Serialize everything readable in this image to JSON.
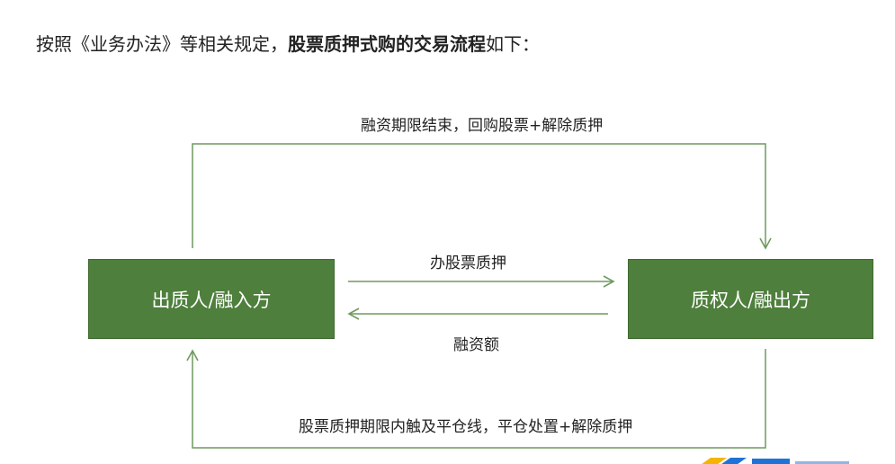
{
  "intro": {
    "prefix": "按照《业务办法》等相关规定，",
    "bold": "股票质押式购的交易流程",
    "suffix": "如下："
  },
  "diagram": {
    "left_box": "出质人/融入方",
    "right_box": "质权人/融出方",
    "top_label": "融资期限结束，回购股票+解除质押",
    "middle_top_label": "办股票质押",
    "middle_bottom_label": "融资额",
    "bottom_label": "股票质押期限内触及平仓线，平仓处置+解除质押",
    "line_color": "#6f9a5f",
    "box_color": "#4e7f3c"
  },
  "watermark": {
    "logo_icon": "logo-icon"
  }
}
